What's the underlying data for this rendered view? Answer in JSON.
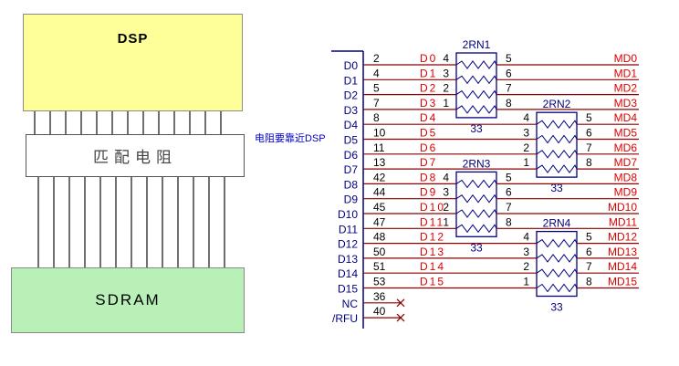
{
  "block_diagram": {
    "dsp_label": "DSP",
    "resistor_label": "匹配电阻",
    "sdram_label": "SDRAM",
    "note": "电阻要靠近DSP"
  },
  "schematic": {
    "bus_pins": [
      {
        "label": "D0",
        "pin": "2"
      },
      {
        "label": "D1",
        "pin": "4"
      },
      {
        "label": "D2",
        "pin": "5"
      },
      {
        "label": "D3",
        "pin": "7"
      },
      {
        "label": "D4",
        "pin": "8"
      },
      {
        "label": "D5",
        "pin": "10"
      },
      {
        "label": "D6",
        "pin": "11"
      },
      {
        "label": "D7",
        "pin": "13"
      },
      {
        "label": "D8",
        "pin": "42"
      },
      {
        "label": "D9",
        "pin": "44"
      },
      {
        "label": "D10",
        "pin": "45"
      },
      {
        "label": "D11",
        "pin": "47"
      },
      {
        "label": "D12",
        "pin": "48"
      },
      {
        "label": "D13",
        "pin": "50"
      },
      {
        "label": "D14",
        "pin": "51"
      },
      {
        "label": "D15",
        "pin": "53"
      },
      {
        "label": "NC",
        "pin": "36"
      },
      {
        "label": "/RFU",
        "pin": "40"
      }
    ],
    "net_labels": [
      "D0",
      "D1",
      "D2",
      "D3",
      "D4",
      "D5",
      "D6",
      "D7",
      "D8",
      "D9",
      "D10",
      "D11",
      "D12",
      "D13",
      "D14",
      "D15"
    ],
    "md_labels": [
      "MD0",
      "MD1",
      "MD2",
      "MD3",
      "MD4",
      "MD5",
      "MD6",
      "MD7",
      "MD8",
      "MD9",
      "MD10",
      "MD11",
      "MD12",
      "MD13",
      "MD14",
      "MD15"
    ],
    "resistor_networks": [
      {
        "name": "2RN1",
        "value": "33",
        "left_pins": [
          "4",
          "3",
          "2",
          "1"
        ],
        "right_pins": [
          "5",
          "6",
          "7",
          "8"
        ]
      },
      {
        "name": "2RN2",
        "value": "33",
        "left_pins": [
          "4",
          "3",
          "2",
          "1"
        ],
        "right_pins": [
          "5",
          "6",
          "7",
          "8"
        ]
      },
      {
        "name": "2RN3",
        "value": "33",
        "left_pins": [
          "4",
          "3",
          "2",
          "1"
        ],
        "right_pins": [
          "5",
          "6",
          "7",
          "8"
        ]
      },
      {
        "name": "2RN4",
        "value": "33",
        "left_pins": [
          "4",
          "3",
          "2",
          "1"
        ],
        "right_pins": [
          "5",
          "6",
          "7",
          "8"
        ]
      }
    ]
  },
  "colors": {
    "dsp_fill": "#ffff99",
    "sdram_fill": "#b8f0b8",
    "wire": "#8b0000",
    "net_label": "#dd0000",
    "bus_label": "#000080",
    "resistor": "#000080",
    "note": "#0000cc"
  }
}
